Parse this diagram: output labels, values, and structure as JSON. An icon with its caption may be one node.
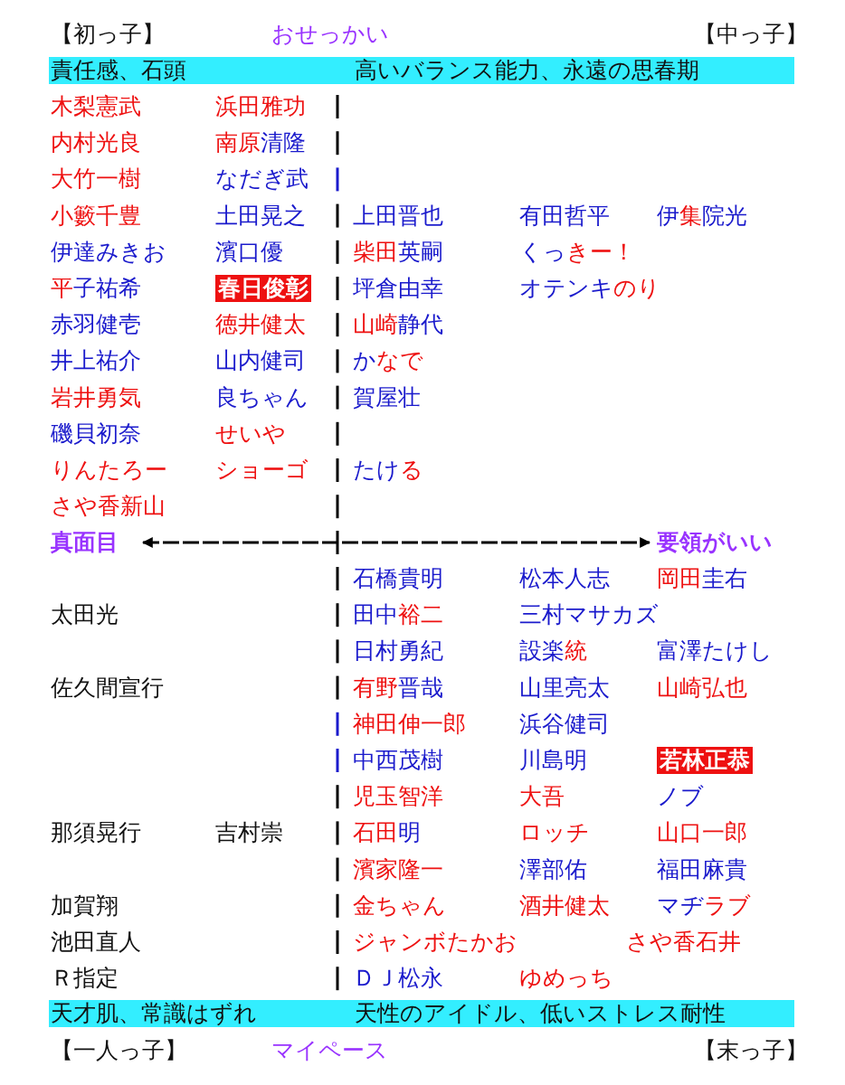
{
  "diagram": {
    "labels": [
      "【初っ子】",
      "おせっかい",
      "【中っ子】",
      "責任感、石頭",
      "高いバランス能力、永遠の思春期",
      "木梨憲武",
      "浜田雅功",
      "内村光良",
      "南原清隆",
      "大竹一樹",
      "なだぎ武",
      "小籔千豊",
      "土田晃之",
      "上田晋也",
      "有田哲平",
      "伊集院光",
      "伊達みきお",
      "濱口優",
      "柴田英嗣",
      "くっきー！",
      "平子祐希",
      "春日俊彰",
      "坪倉由幸",
      "オテンキのり",
      "赤羽健壱",
      "徳井健太",
      "山崎静代",
      "井上祐介",
      "山内健司",
      "かなで",
      "岩井勇気",
      "良ちゃん",
      "賀屋壮",
      "磯貝初奈",
      "せいや",
      "りんたろー",
      "ショーゴ",
      "たける",
      "さや香新山",
      "真面目",
      "要領がいい",
      "石橋貴明",
      "松本人志",
      "岡田圭右",
      "太田光",
      "田中裕二",
      "三村マサカズ",
      "日村勇紀",
      "設楽統",
      "富澤たけし",
      "佐久間宣行",
      "有野晋哉",
      "山里亮太",
      "山崎弘也",
      "神田伸一郎",
      "浜谷健司",
      "中西茂樹",
      "川島明",
      "若林正恭",
      "児玉智洋",
      "大吾",
      "ノブ",
      "那須晃行",
      "吉村崇",
      "石田明",
      "ロッチ",
      "山口一郎",
      "濱家隆一",
      "澤部佑",
      "福田麻貴",
      "加賀翔",
      "金ちゃん",
      "酒井健太",
      "マヂラブ",
      "池田直人",
      "ジャンボたかお",
      "さや香石井",
      "Ｒ指定",
      "ＤＪ松永",
      "ゆめっち",
      "天才肌、常識はずれ",
      "天性のアイドル、低いストレス耐性",
      "【一人っ子】",
      "マイペース",
      "【末っ子】"
    ]
  }
}
